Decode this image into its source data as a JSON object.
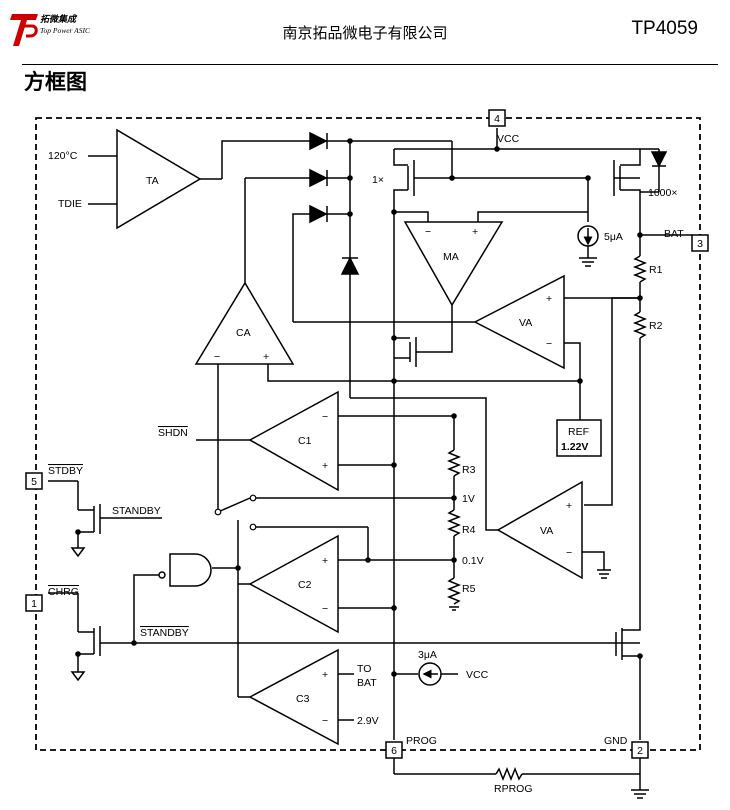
{
  "header": {
    "logo_cn": "拓微集成",
    "logo_en": "Top Power ASIC",
    "company": "南京拓品微电子有限公司",
    "part_number": "TP4059"
  },
  "section_title": "方框图",
  "pins": {
    "p1": {
      "num": "1",
      "label": "CHRG"
    },
    "p2": {
      "num": "2",
      "label": "GND"
    },
    "p3": {
      "num": "3",
      "label": "BAT"
    },
    "p4": {
      "num": "4",
      "label": "VCC"
    },
    "p5": {
      "num": "5",
      "label": "STDBY"
    },
    "p6": {
      "num": "6",
      "label": "PROG"
    }
  },
  "blocks": {
    "ta": "TA",
    "ta_in1": "120°C",
    "ta_in2": "TDIE",
    "ma": "MA",
    "ca": "CA",
    "va_top": "VA",
    "va_bot": "VA",
    "c1": "C1",
    "c2": "C2",
    "c3": "C3",
    "shdn": "SHDN",
    "ref_line1": "REF",
    "ref_line2": "1.22V"
  },
  "labels": {
    "mirror_1x": "1×",
    "mirror_1000x": "1000×",
    "current_5ua": "5μA",
    "current_3ua": "3μA",
    "vcc_source": "VCC",
    "r1": "R1",
    "r2": "R2",
    "r3": "R3",
    "r4": "R4",
    "r5": "R5",
    "v_1v": "1V",
    "v_01v": "0.1V",
    "v_29v": "2.9V",
    "to": "TO",
    "bat": "BAT",
    "standby1": "STANDBY",
    "standby2": "STANDBY",
    "rprog": "RPROG",
    "plus": "+",
    "minus": "−"
  }
}
